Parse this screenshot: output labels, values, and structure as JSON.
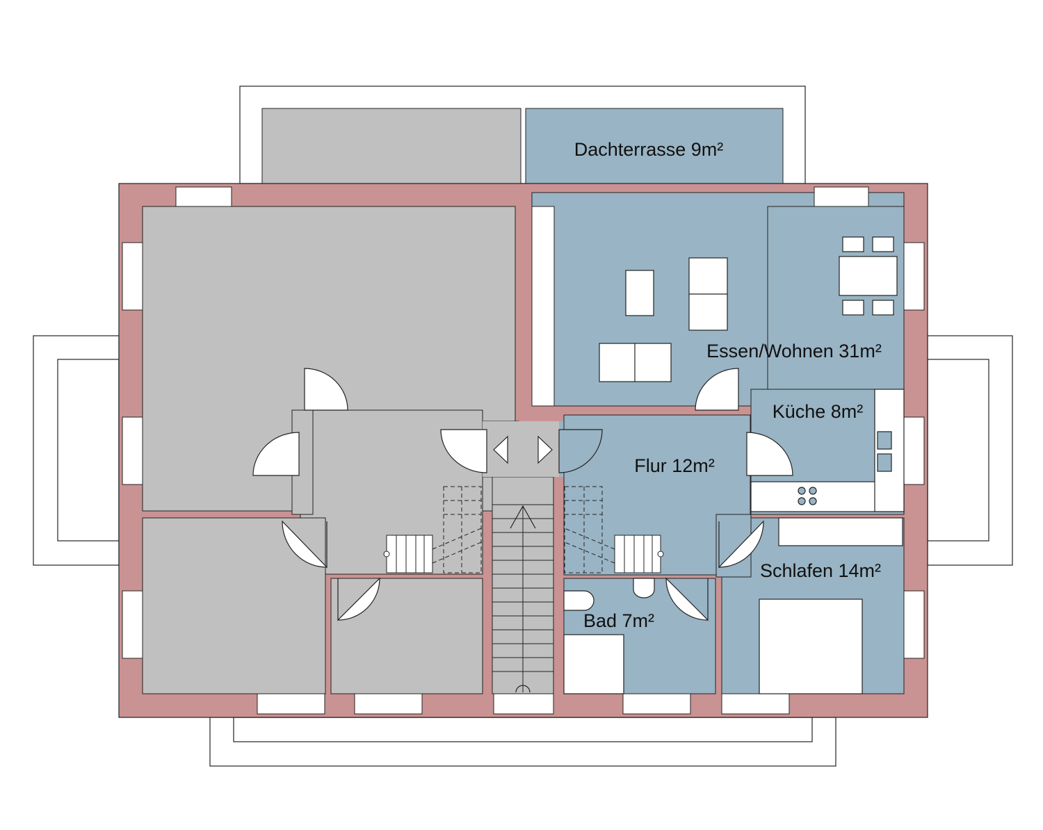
{
  "colors": {
    "wall": "#c99393",
    "room_highlight": "#99b4c4",
    "room_other": "#c0c0c0",
    "background": "#ffffff",
    "outline": "#222222"
  },
  "rooms": {
    "dachterrasse": "Dachterrasse 9m²",
    "essen_wohnen": "Essen/Wohnen 31m²",
    "kueche": "Küche 8m²",
    "flur": "Flur 12m²",
    "bad": "Bad 7m²",
    "schlafen": "Schlafen 14m²"
  },
  "icons": {
    "arrow_left": "triangle-left-icon",
    "arrow_right": "triangle-right-icon",
    "stair_arrow": "stair-up-arrow-icon"
  }
}
